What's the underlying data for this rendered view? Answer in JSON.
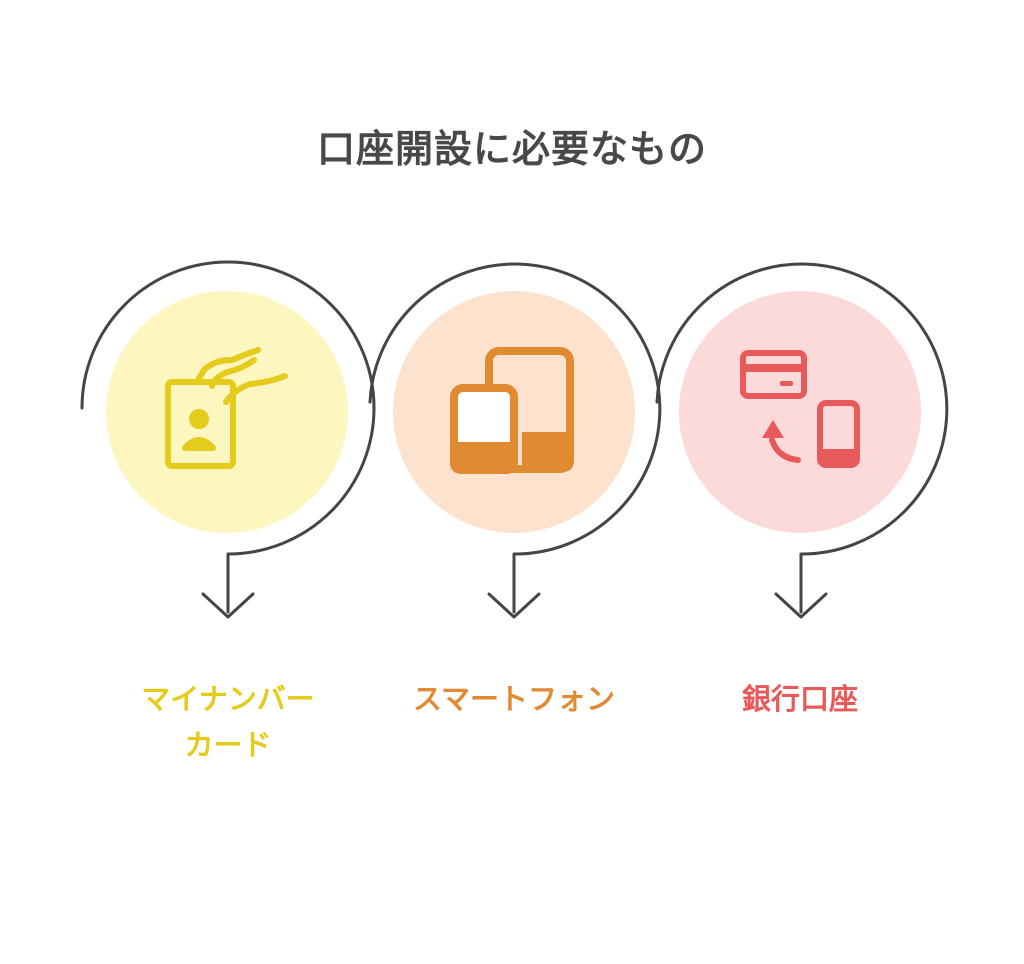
{
  "title": "口座開設に必要なもの",
  "items": [
    {
      "label_line1": "マイナンバー",
      "label_line2": "カード",
      "icon": "id-card-icon",
      "color": "#E4CB1C",
      "fill": "#FDF7BF"
    },
    {
      "label_line1": "スマートフォン",
      "label_line2": "",
      "icon": "smartphones-icon",
      "color": "#E08A32",
      "fill": "#FDE3CE"
    },
    {
      "label_line1": "銀行口座",
      "label_line2": "",
      "icon": "bank-card-transfer-icon",
      "color": "#E85A5A",
      "fill": "#FDDADA"
    }
  ],
  "colors": {
    "connector": "#454545",
    "title": "#484848"
  }
}
